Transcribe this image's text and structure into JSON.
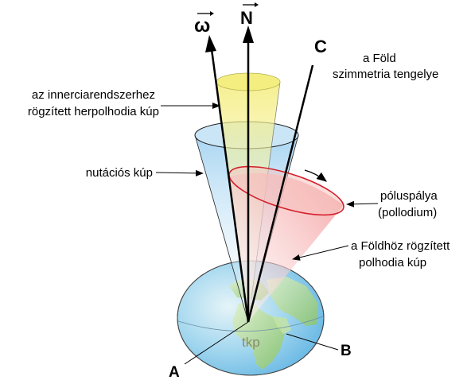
{
  "labels": {
    "omega": "ω",
    "n": "N",
    "c": "C",
    "a": "A",
    "b": "B",
    "tkp": "tkp",
    "symmetry_axis_1": "a Föld",
    "symmetry_axis_2": "szimmetria tengelye",
    "herpolhode_1": "az innerciarendszerhez",
    "herpolhode_2": "rögzített herpolhodia kúp",
    "nutation": "nutációs kúp",
    "pole_path_1": "póluspálya",
    "pole_path_2": "(pollodium)",
    "polhode_1": "a Földhöz rögzített",
    "polhode_2": "polhodia kúp"
  },
  "colors": {
    "herpolhode_cone": "#f6f18c",
    "nutation_cone": "#9fd0ee",
    "polhode_cone": "#f08a8a",
    "polhode_rim": "#d41e2a",
    "globe_ocean": "#7fc4ea",
    "globe_land": "#a9d37a"
  }
}
